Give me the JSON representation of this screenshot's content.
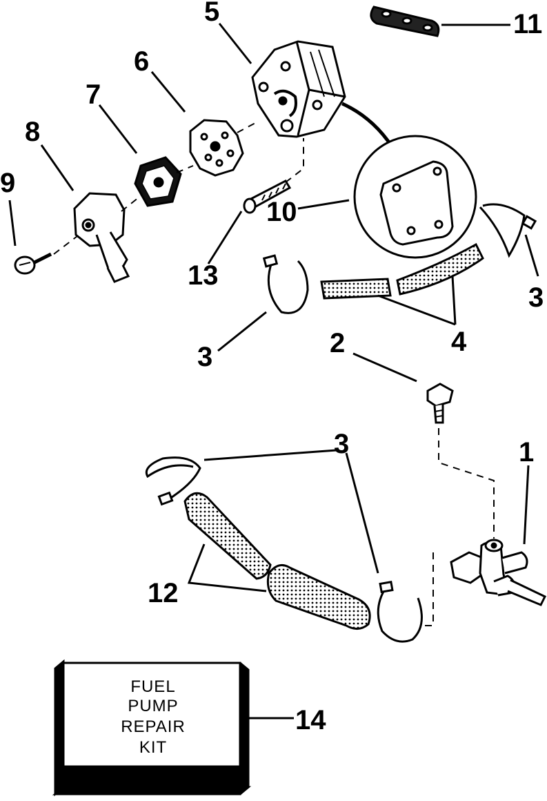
{
  "callouts": {
    "c1": "1",
    "c2": "2",
    "c3a": "3",
    "c3b": "3",
    "c3c": "3",
    "c4": "4",
    "c5": "5",
    "c6": "6",
    "c7": "7",
    "c8": "8",
    "c9": "9",
    "c10": "10",
    "c11": "11",
    "c12": "12",
    "c13": "13",
    "c14": "14"
  },
  "kit_box": {
    "line1": "FUEL",
    "line2": "PUMP",
    "line3": "REPAIR",
    "line4": "KIT"
  },
  "colors": {
    "ink": "#000000",
    "paper": "#ffffff"
  }
}
